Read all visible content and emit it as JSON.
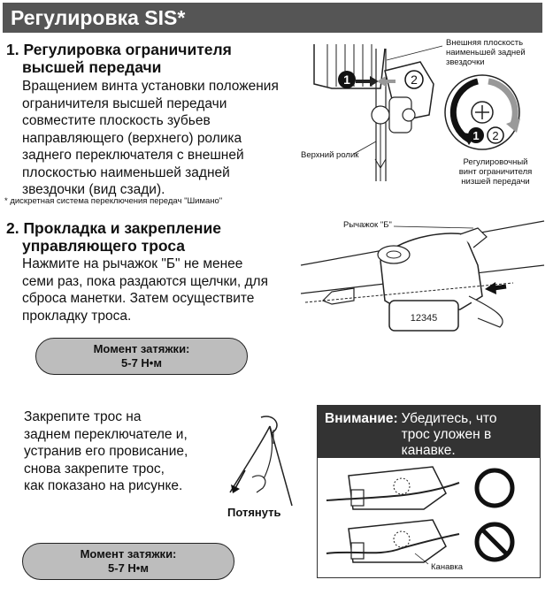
{
  "page": {
    "title": "Регулировка SIS*"
  },
  "section1": {
    "heading_line1": "1. Регулировка ограничителя",
    "heading_line2": "высшей передачи",
    "body_lines": [
      "Вращением винта установки положения",
      "ограничителя высшей передачи",
      "совместите плоскость зубьев",
      "направляющего (верхнего) ролика",
      "заднего переключателя с внешней",
      "плоскостью наименьшей задней",
      "звездочки (вид сзади)."
    ],
    "footnote": "* дискретная система переключения передач \"Шимано\"",
    "figure": {
      "label_outer_plane_lines": [
        "Внешняя плоскость",
        "наименьшей задней",
        "звездочки"
      ],
      "label_top_roller": "Верхний ролик",
      "label_screw_lines": [
        "Регулировочный",
        "винт ограничителя",
        "низшей передачи"
      ],
      "marker_1": "1",
      "marker_2": "2"
    }
  },
  "section2": {
    "heading_line1": "2. Прокладка и закрепление",
    "heading_line2": "управляющего троса",
    "body_lines": [
      "Нажмите на рычажок \"Б\" не менее",
      "семи раз, пока раздаются щелчки, для",
      "сброса манетки. Затем осуществите",
      "прокладку троса."
    ],
    "torque1_line1": "Момент затяжки:",
    "torque1_line2": "5-7 Н•м",
    "figure": {
      "label_lever": "Рычажок \"Б\"",
      "shifter_digits": "12345"
    }
  },
  "section3": {
    "body_lines": [
      "Закрепите трос на",
      "заднем переключателе и,",
      "устранив его провисание,",
      "снова закрепите трос,",
      "как показано на рисунке."
    ],
    "pull_label": "Потянуть",
    "torque2_line1": "Момент затяжки:",
    "torque2_line2": "5-7 Н•м"
  },
  "warning": {
    "label": "Внимание:",
    "text_line1": "Убедитесь, что",
    "text_line2": "трос уложен в",
    "text_line3": "канавке.",
    "groove_label": "Канавка"
  },
  "colors": {
    "title_bg": "#555555",
    "torque_bg": "#bdbdbd",
    "warning_bg": "#333333"
  }
}
